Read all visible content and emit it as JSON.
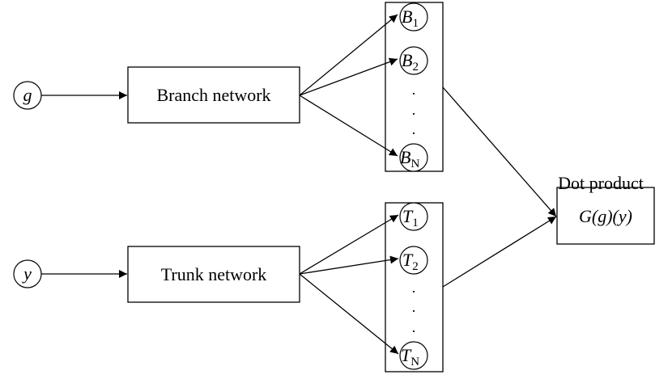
{
  "inputs": {
    "g": "g",
    "y": "y"
  },
  "networks": {
    "branch": "Branch network",
    "trunk": "Trunk network"
  },
  "branch_outputs": {
    "symbol": "B",
    "subscripts": [
      "1",
      "2",
      "N"
    ]
  },
  "trunk_outputs": {
    "symbol": "T",
    "subscripts": [
      "1",
      "2",
      "N"
    ]
  },
  "ellipsis": ".",
  "output": {
    "caption": "Dot product",
    "expression": "G(g)(y)"
  }
}
